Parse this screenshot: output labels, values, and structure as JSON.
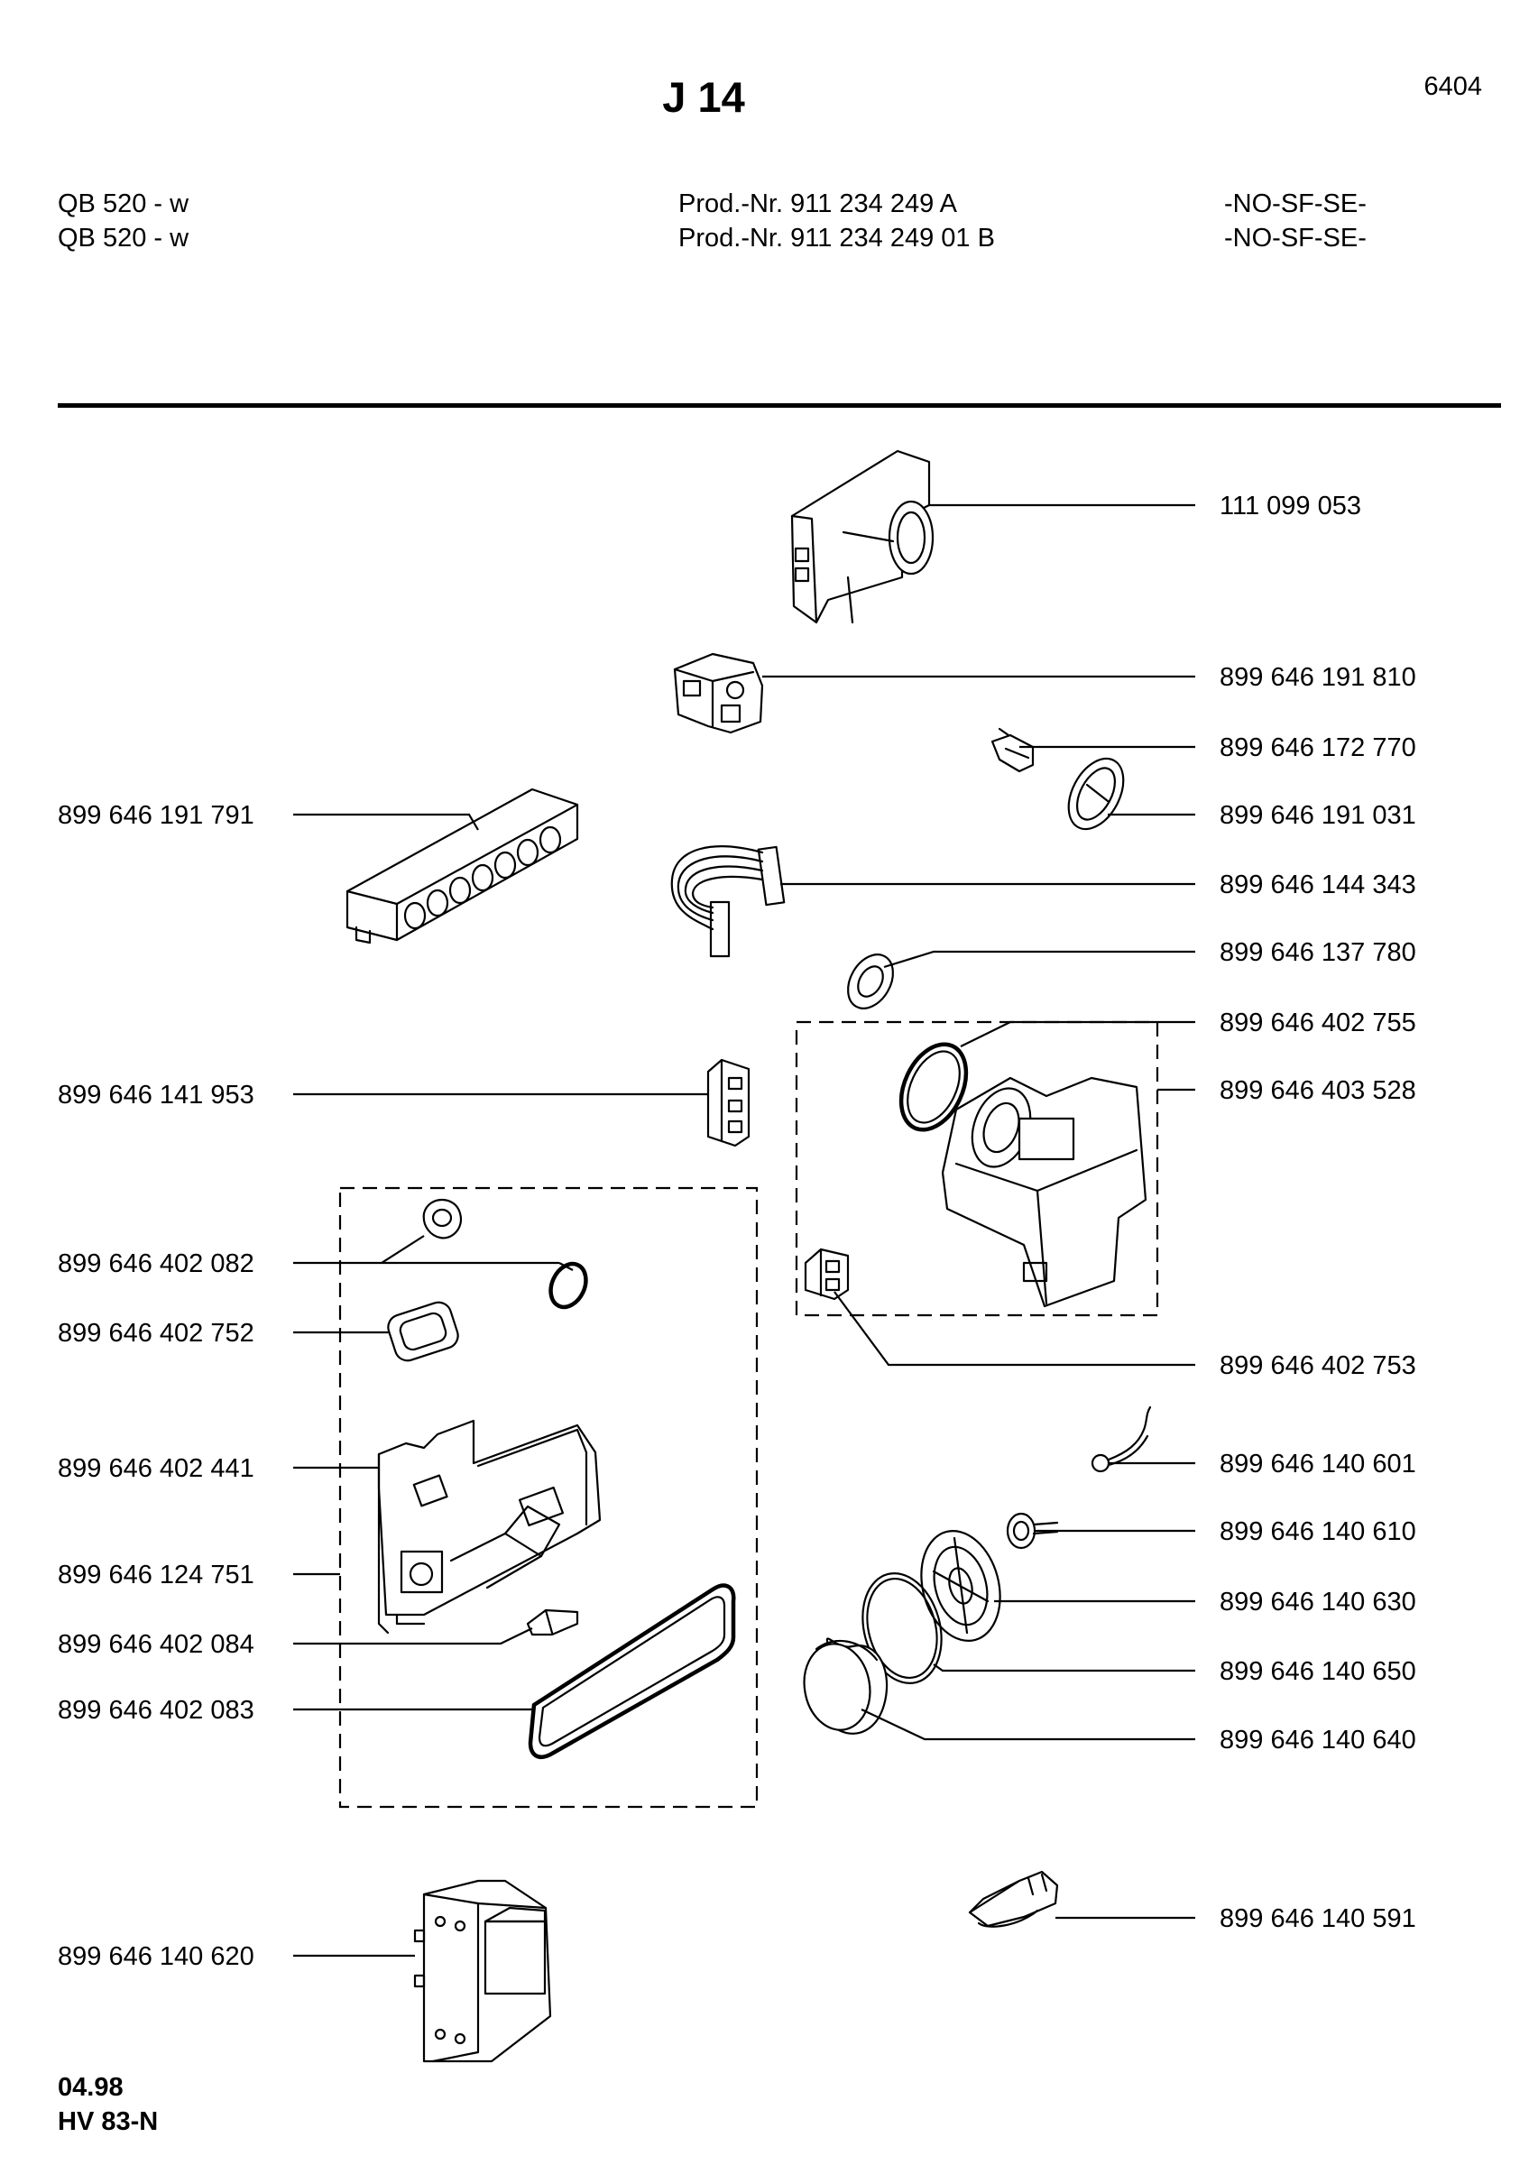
{
  "header": {
    "title": "J 14",
    "page_number": "6404"
  },
  "products": [
    {
      "model": "QB 520 - w",
      "prod_nr": "Prod.-Nr. 911 234 249 A",
      "region": "-NO-SF-SE-"
    },
    {
      "model": "QB 520 - w",
      "prod_nr": "Prod.-Nr. 911 234 249 01 B",
      "region": "-NO-SF-SE-"
    }
  ],
  "part_labels": {
    "timer": "111 099 053",
    "switch_block": "899 646 191 810",
    "small_switch": "899 646 172 770",
    "knob_ring": "899 646 191 031",
    "switch_row": "899 646 191 791",
    "wire_harness": "899 646 144 343",
    "fan_grille": "899 646 137 780",
    "seal_ring": "899 646 402 755",
    "fan_housing_group": "899 646 403 528",
    "connector": "899 646 141 953",
    "clip": "899 646 402 082",
    "frame_seal": "899 646 402 752",
    "lock_cover": "899 646 402 441",
    "door_lock_group": "899 646 124 751",
    "latch": "899 646 402 084",
    "lock_gasket": "899 646 402 083",
    "micro_switch": "899 646 402 753",
    "lamp_wire": "899 646 140 601",
    "lamp_socket": "899 646 140 610",
    "lamp_holder": "899 646 140 630",
    "lamp_seal": "899 646 140 650",
    "lamp_cover": "899 646 140 640",
    "transformer": "899 646 140 620",
    "terminal_block": "899 646 140 591"
  },
  "footer": {
    "date": "04.98",
    "code": "HV 83-N"
  }
}
